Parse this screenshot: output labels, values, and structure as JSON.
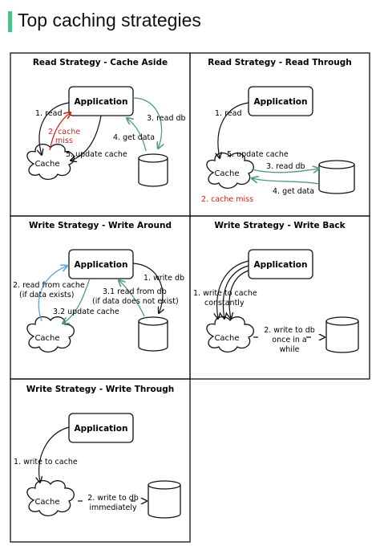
{
  "page": {
    "title": "Top caching strategies"
  },
  "colors": {
    "accent_bar": "#4cbf8a",
    "arrow_green": "#4f9a7f",
    "arrow_blue": "#5aa6e6",
    "miss_red": "#d0241b",
    "stroke": "#111111"
  },
  "common": {
    "application": "Application",
    "cache": "Cache"
  },
  "cells": {
    "cache_aside": {
      "title": "Read Strategy - Cache Aside",
      "read": "1. read",
      "cache_miss_1": "2. cache",
      "cache_miss_2": "miss",
      "read_db": "3. read db",
      "get_data": "4. get data",
      "update_cache": "5. update cache"
    },
    "read_through": {
      "title": "Read Strategy - Read Through",
      "read": "1. read",
      "update_cache": "5. update cache",
      "read_db": "3. read db",
      "get_data": "4. get data",
      "cache_miss": "2. cache miss"
    },
    "write_around": {
      "title": "Write Strategy - Write Around",
      "write_db": "1. write db",
      "read_from_cache_1": "2. read from cache",
      "read_from_cache_2": "(if data exists)",
      "read_from_db_1": "3.1 read from db",
      "read_from_db_2": "(if data does not exist)",
      "update_cache": "3.2 update cache"
    },
    "write_back": {
      "title": "Write Strategy - Write Back",
      "write_cache_1": "1. write to cache",
      "write_cache_2": "constantly",
      "write_db_1": "2. write to db",
      "write_db_2": "once in a",
      "write_db_3": "while"
    },
    "write_through": {
      "title": "Write Strategy - Write Through",
      "write_cache": "1. write to cache",
      "write_db_1": "2. write to db",
      "write_db_2": "immediately"
    }
  }
}
